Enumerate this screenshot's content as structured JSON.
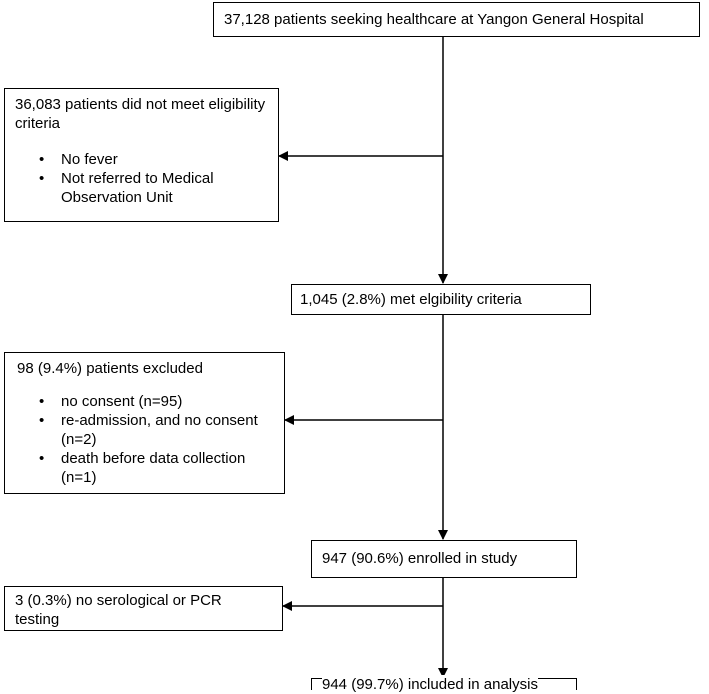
{
  "boxes": {
    "total": {
      "text": "37,128 patients seeking healthcare at Yangon General Hospital"
    },
    "not_eligible": {
      "title": "36,083 patients did not meet eligibility criteria",
      "items": [
        "No fever",
        "Not referred to Medical Observation Unit"
      ]
    },
    "eligible": {
      "text": "1,045 (2.8%) met elgibility criteria"
    },
    "excluded": {
      "title": "98 (9.4%) patients excluded",
      "items": [
        "no consent (n=95)",
        "re-admission, and no consent (n=2)",
        "death before data collection (n=1)"
      ]
    },
    "enrolled": {
      "text": "947 (90.6%) enrolled in study"
    },
    "no_testing": {
      "text": "3 (0.3%) no serological or PCR testing"
    },
    "analysis": {
      "text": "944 (99.7%) included in analysis"
    }
  }
}
